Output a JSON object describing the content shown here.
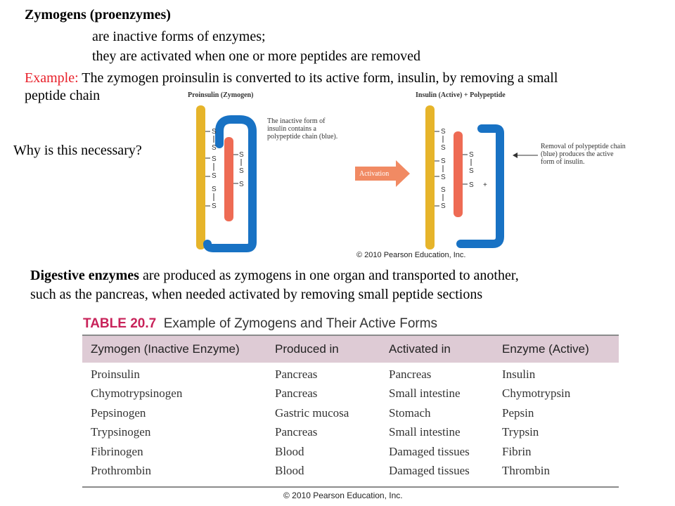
{
  "heading": "Zymogens (proenzymes)",
  "def_line1": "are inactive forms of enzymes;",
  "def_line2": "they are activated when one or more peptides are removed",
  "example_label": "Example:",
  "example_text": " The zymogen proinsulin is converted to its active form, insulin, by removing a small",
  "example_text2": "peptide chain",
  "question": "Why is this necessary?",
  "figure": {
    "left_title": "Proinsulin (Zymogen)",
    "left_caption": [
      "The inactive form of",
      "insulin contains a",
      "polypeptide chain (blue)."
    ],
    "arrow_label": "Activation",
    "right_title": "Insulin (Active) + Polypeptide",
    "right_caption": [
      "Removal of polypeptide chain",
      "(blue) produces the active",
      "form of insulin."
    ],
    "plus": "+",
    "s": "S",
    "copyright": "© 2010 Pearson Education, Inc.",
    "colors": {
      "gold": "#e6b42a",
      "blue": "#1872c4",
      "salmon": "#ee6b54",
      "arrow": "#f18a63"
    }
  },
  "digestive": {
    "bold": "Digestive enzymes",
    "rest": " are produced as zymogens in one organ and transported to another,",
    "line2": "such as the pancreas, when needed activated by removing small peptide sections"
  },
  "table": {
    "title_num": "TABLE 20.7",
    "title_text": "Example of Zymogens and Their Active Forms",
    "headers": [
      "Zymogen (Inactive Enzyme)",
      "Produced in",
      "Activated in",
      "Enzyme (Active)"
    ],
    "rows": [
      [
        "Proinsulin",
        "Pancreas",
        "Pancreas",
        "Insulin"
      ],
      [
        "Chymotrypsinogen",
        "Pancreas",
        "Small intestine",
        "Chymotrypsin"
      ],
      [
        "Pepsinogen",
        "Gastric mucosa",
        "Stomach",
        "Pepsin"
      ],
      [
        "Trypsinogen",
        "Pancreas",
        "Small intestine",
        "Trypsin"
      ],
      [
        "Fibrinogen",
        "Blood",
        "Damaged tissues",
        "Fibrin"
      ],
      [
        "Prothrombin",
        "Blood",
        "Damaged tissues",
        "Thrombin"
      ]
    ],
    "header_bg": "#decbd5",
    "title_color": "#c8235a",
    "copyright": "© 2010 Pearson Education, Inc."
  }
}
